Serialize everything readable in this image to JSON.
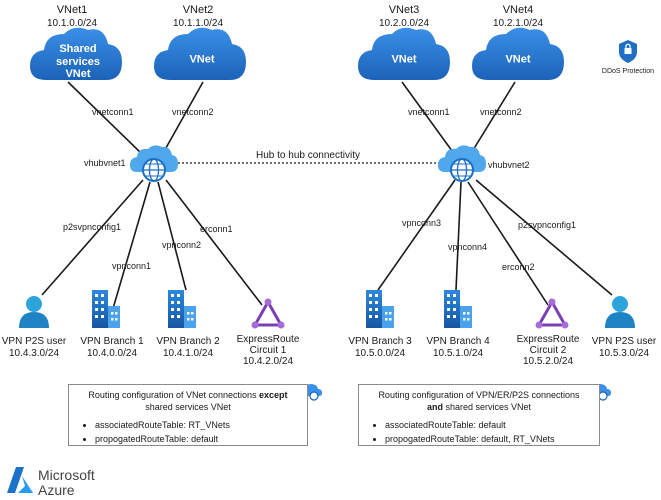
{
  "vnets": [
    {
      "title": "VNet1",
      "cidr": "10.1.0.0/24",
      "cloud_label": "Shared services VNet",
      "conn": "vnetconn1"
    },
    {
      "title": "VNet2",
      "cidr": "10.1.1.0/24",
      "cloud_label": "VNet",
      "conn": "vnetconn2"
    },
    {
      "title": "VNet3",
      "cidr": "10.2.0.0/24",
      "cloud_label": "VNet",
      "conn": "vnetconn1"
    },
    {
      "title": "VNet4",
      "cidr": "10.2.1.0/24",
      "cloud_label": "VNet",
      "conn": "vnetconn2"
    }
  ],
  "ddos_label": "DDoS Protection",
  "hubs": {
    "left": "vhubvnet1",
    "right": "vhubvnet2",
    "link_label": "Hub to hub connectivity"
  },
  "left_connections": [
    "p2svpnconfig1",
    "vpnconn1",
    "vpnconn2",
    "erconn1"
  ],
  "right_connections": [
    "vpnconn3",
    "vpnconn4",
    "erconn2",
    "p2svpnconfig1"
  ],
  "left_endpoints": [
    {
      "line1": "VPN P2S user",
      "line2": "10.4.3.0/24",
      "icon": "user-icon"
    },
    {
      "line1": "VPN Branch 1",
      "line2": "10.4.0.0/24",
      "icon": "building-icon"
    },
    {
      "line1": "VPN Branch 2",
      "line2": "10.4.1.0/24",
      "icon": "building-icon"
    },
    {
      "line1": "ExpressRoute",
      "line2": "Circuit 1",
      "line3": "10.4.2.0/24",
      "icon": "expressroute-icon"
    }
  ],
  "right_endpoints": [
    {
      "line1": "VPN Branch 3",
      "line2": "10.5.0.0/24",
      "icon": "building-icon"
    },
    {
      "line1": "VPN Branch 4",
      "line2": "10.5.1.0/24",
      "icon": "building-icon"
    },
    {
      "line1": "ExpressRoute",
      "line2": "Circuit 2",
      "line3": "10.5.2.0/24",
      "icon": "expressroute-icon"
    },
    {
      "line1": "VPN P2S user",
      "line2": "10.5.3.0/24",
      "icon": "user-icon"
    }
  ],
  "left_box": {
    "heading_pre": "Routing configuration of VNet  connections ",
    "heading_bold": "except",
    "heading_line2": "shared services VNet",
    "items": [
      "associatedRouteTable: RT_VNets",
      "propogatedRouteTable: default"
    ]
  },
  "right_box": {
    "heading_line1": "Routing configuration of VPN/ER/P2S connections",
    "heading_bold": "and",
    "heading_line2_rest": " shared services VNet",
    "items": [
      "associatedRouteTable: default",
      "propogatedRouteTable: default, RT_VNets"
    ]
  },
  "brand": {
    "line1": "Microsoft",
    "line2": "Azure"
  },
  "colors": {
    "cloud": "#2d7fd8",
    "building": "#1d75c9",
    "hub": "#3e9be6",
    "expressroute": "#8a4fc2",
    "user": "#2da4dc"
  }
}
